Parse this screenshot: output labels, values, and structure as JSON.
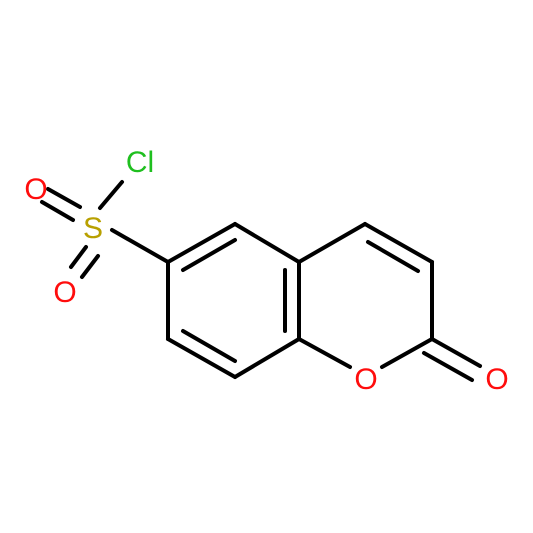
{
  "molecule": {
    "atoms": {
      "cl": {
        "symbol": "Cl",
        "color": "#1fbf1f"
      },
      "s": {
        "symbol": "S",
        "color": "#b8a000"
      },
      "o_top": {
        "symbol": "O",
        "color": "#ff0d0d"
      },
      "o_bottom": {
        "symbol": "O",
        "color": "#ff0d0d"
      },
      "o_ring": {
        "symbol": "O",
        "color": "#ff0d0d"
      },
      "o_carbonyl": {
        "symbol": "O",
        "color": "#ff0d0d"
      }
    },
    "bond_color": "#000000"
  }
}
